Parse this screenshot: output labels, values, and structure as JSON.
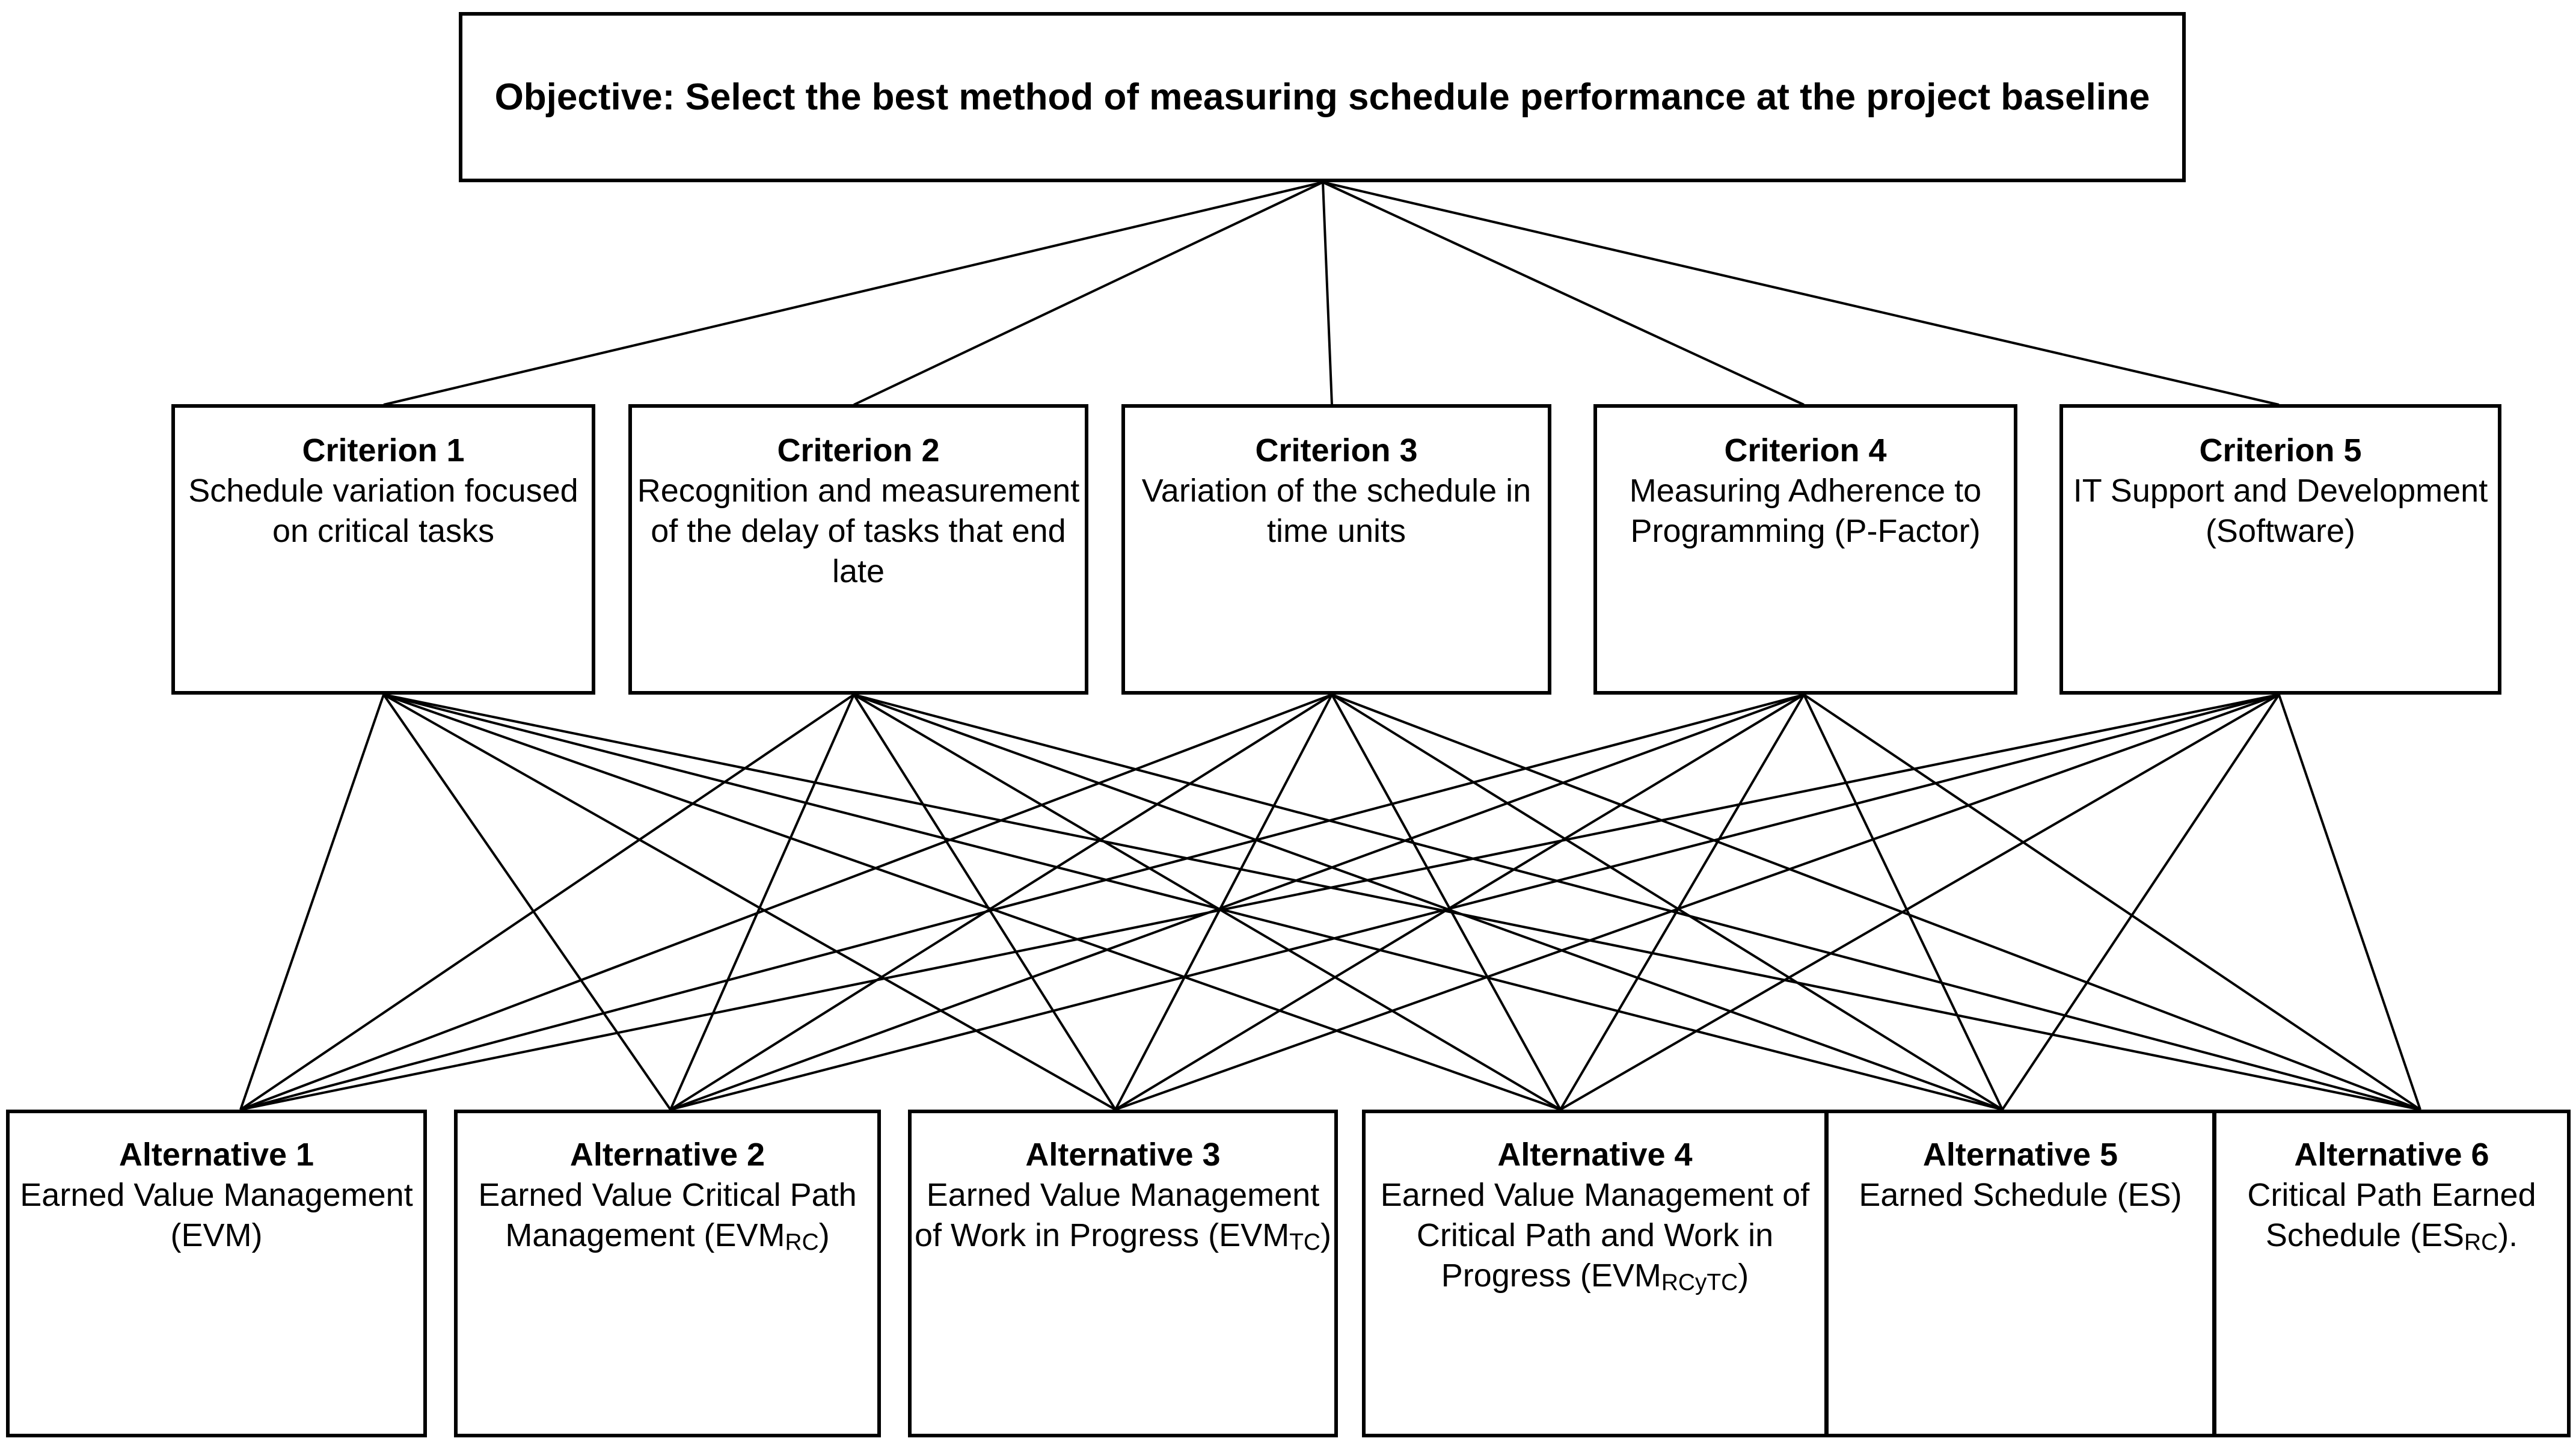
{
  "diagram": {
    "type": "ahp-hierarchy",
    "levels": [
      "objective",
      "criteria",
      "alternatives"
    ],
    "line_color": "#000000",
    "box_border_color": "#000000",
    "background_color": "#ffffff"
  },
  "objective": {
    "label": "Objective: Select the best method of measuring schedule performance at the project baseline"
  },
  "criteria": [
    {
      "title": "Criterion 1",
      "description": "Schedule variation focused on critical tasks"
    },
    {
      "title": "Criterion 2",
      "description": "Recognition and measurement of the delay of tasks that end late"
    },
    {
      "title": "Criterion 3",
      "description": "Variation of the schedule in time units"
    },
    {
      "title": "Criterion 4",
      "description": "Measuring Adherence to Programming (P-Factor)"
    },
    {
      "title": "Criterion 5",
      "description": "IT Support and Development (Software)"
    }
  ],
  "alternatives": [
    {
      "title": "Alternative 1",
      "name": "Earned Value Management",
      "acronym": "EVM",
      "subscript": "",
      "suffix": ""
    },
    {
      "title": "Alternative 2",
      "name": "Earned Value Critical Path Management",
      "acronym": "EVM",
      "subscript": "RC",
      "suffix": ""
    },
    {
      "title": "Alternative 3",
      "name": "Earned Value Management of Work in Progress",
      "acronym": "EVM",
      "subscript": "TC",
      "suffix": ""
    },
    {
      "title": "Alternative 4",
      "name": "Earned Value Management of Critical Path and Work in Progress",
      "acronym": "EVM",
      "subscript": "RCyTC",
      "suffix": ""
    },
    {
      "title": "Alternative 5",
      "name": "Earned Schedule",
      "acronym": "ES",
      "subscript": "",
      "suffix": ""
    },
    {
      "title": "Alternative 6",
      "name": "Critical Path Earned Schedule",
      "acronym": "ES",
      "subscript": "RC",
      "suffix": "."
    }
  ]
}
